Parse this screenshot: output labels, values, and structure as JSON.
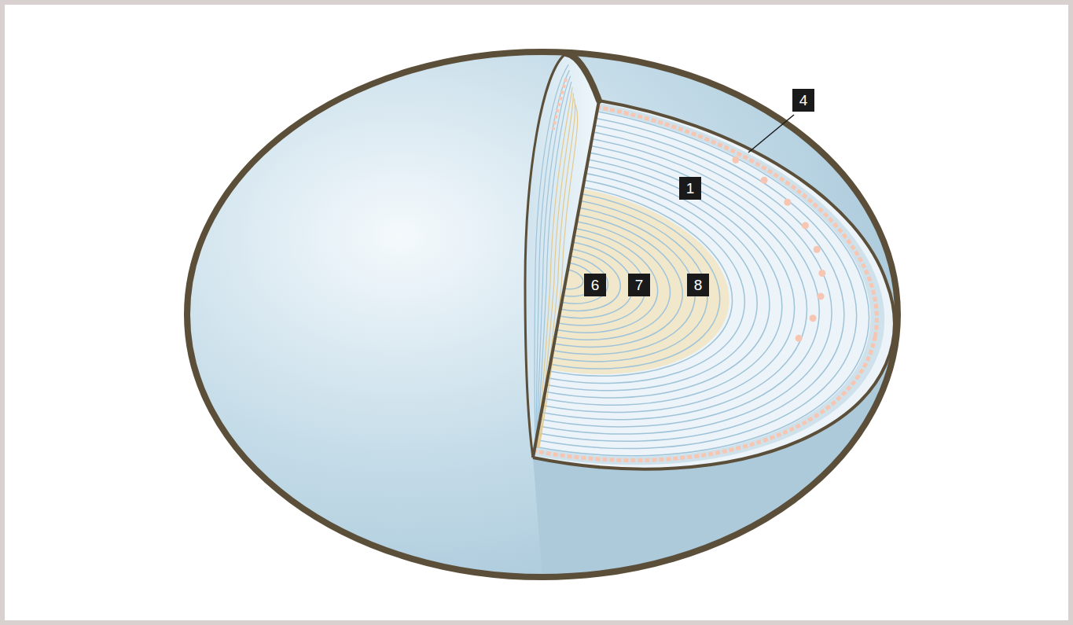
{
  "diagram": {
    "labels": [
      "4",
      "1",
      "6",
      "7",
      "8"
    ]
  }
}
